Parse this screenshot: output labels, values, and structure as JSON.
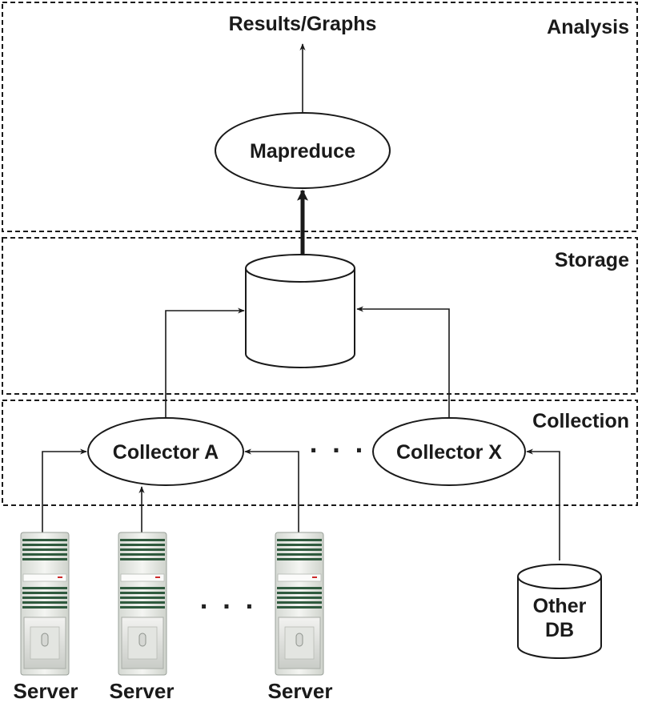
{
  "zones": {
    "analysis": "Analysis",
    "storage": "Storage",
    "collection": "Collection"
  },
  "nodes": {
    "results": "Results/Graphs",
    "mapreduce": "Mapreduce",
    "collector_a": "Collector A",
    "collector_x": "Collector X",
    "other_db_line1": "Other",
    "other_db_line2": "DB"
  },
  "servers": [
    "Server",
    "Server",
    "Server"
  ],
  "ellipsis": "· · ·",
  "colors": {
    "line": "#1a1a1a",
    "server_body": "#eef0ec",
    "server_stripe": "#2f5a3e",
    "server_led": "#cc2a2a"
  },
  "icons": [
    "server-icon",
    "database-icon",
    "arrow-icon"
  ]
}
